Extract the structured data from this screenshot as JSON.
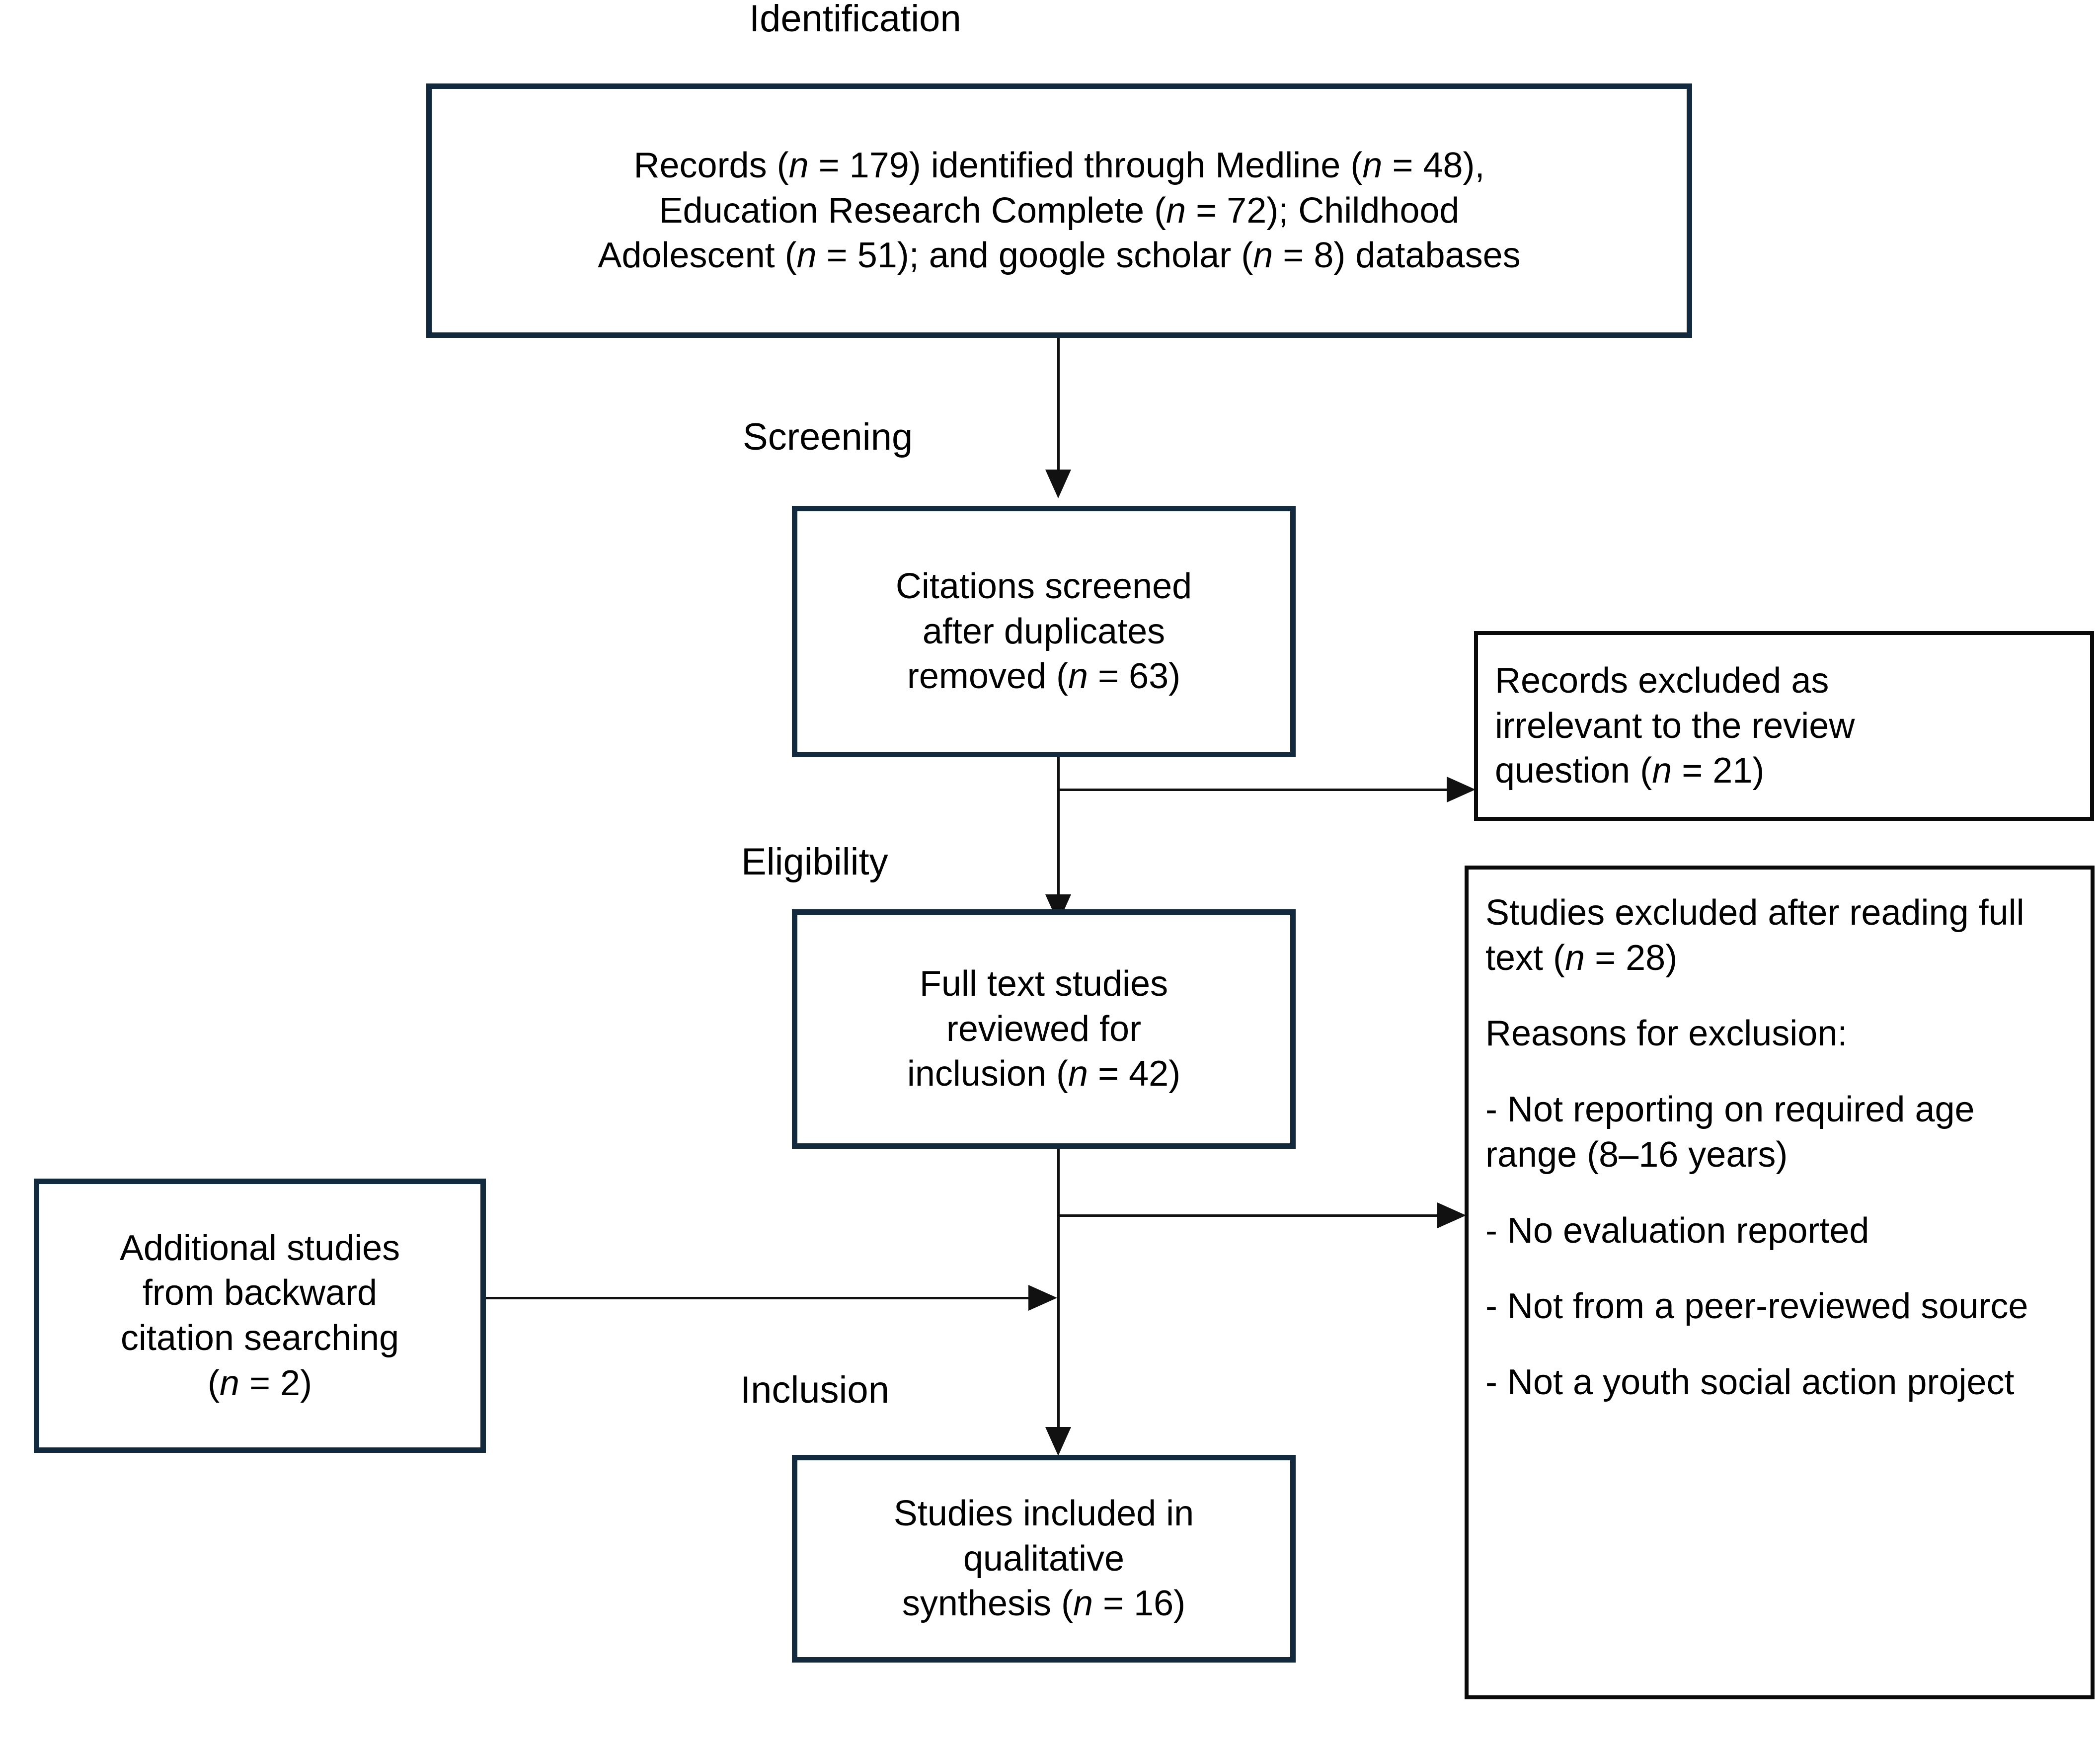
{
  "diagram": {
    "type": "prisma-flow-diagram",
    "stages": [
      {
        "id": "identification",
        "label": "Identification"
      },
      {
        "id": "screening",
        "label": "Screening"
      },
      {
        "id": "eligibility",
        "label": "Eligibility"
      },
      {
        "id": "inclusion",
        "label": "Inclusion"
      }
    ],
    "boxes": {
      "identification": {
        "line1": "Records (n = 179) identified through Medline (n = 48),",
        "line2": "Education Research Complete (n = 72); Childhood",
        "line3": "Adolescent (n = 51); and google scholar (n = 8) databases"
      },
      "screened": {
        "line1": "Citations screened",
        "line2": "after duplicates",
        "line3": "removed (n = 63)"
      },
      "records_excluded": {
        "line1": "Records excluded as",
        "line2": "irrelevant to the review",
        "line3": "question (n = 21)"
      },
      "full_text": {
        "line1": "Full text studies",
        "line2": "reviewed for",
        "line3": "inclusion (n = 42)"
      },
      "studies_excluded": {
        "heading1": "Studies excluded after",
        "heading2": "reading full text (n = 28)",
        "reasons_label": "Reasons for exclusion:",
        "reasons": [
          "- Not reporting on required age range (8–16 years)",
          "- No evaluation reported",
          "- Not from a peer-reviewed source",
          "- Not a youth social action project"
        ]
      },
      "additional_studies": {
        "line1": "Additional studies",
        "line2": "from backward",
        "line3": "citation searching",
        "line4": "(n = 2)"
      },
      "included": {
        "line1": "Studies included in",
        "line2": "qualitative",
        "line3": "synthesis (n = 16)"
      }
    },
    "counts": {
      "records_identified": 179,
      "medline": 48,
      "education_research_complete": 72,
      "childhood_adolescent": 51,
      "google_scholar": 8,
      "screened_after_duplicates": 63,
      "records_excluded_irrelevant": 21,
      "full_text_reviewed": 42,
      "studies_excluded_full_text": 28,
      "additional_from_citation_searching": 2,
      "included_qualitative_synthesis": 16
    },
    "colors": {
      "box_border_navy": "#13293d",
      "box_border_black": "#0a0a0a",
      "connector": "#111111",
      "background": "#ffffff",
      "text": "#000000"
    }
  }
}
